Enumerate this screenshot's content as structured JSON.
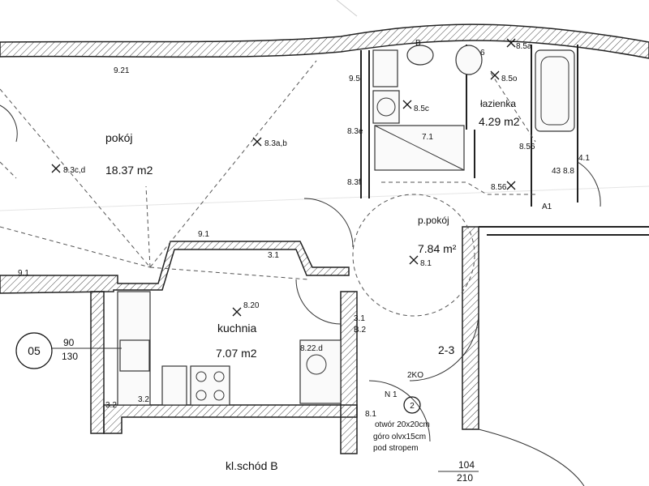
{
  "rooms": {
    "pokoj": {
      "name": "pokój",
      "area": "18.37 m2"
    },
    "lazienka": {
      "name": "łazienka",
      "area": "4.29 m2"
    },
    "ppokoj": {
      "name": "p.pokój",
      "area": "7.84 m²"
    },
    "kuchnia": {
      "name": "kuchnia",
      "area": "7.07 m2"
    }
  },
  "stair_label": "kl.schód B",
  "circle_label": "05",
  "dims": {
    "d1_top": "90",
    "d1_bot": "130",
    "d2_top": "104",
    "d2_bot": "210",
    "d3": "2-3"
  },
  "notes": {
    "otwor": "otwór 20x20cm",
    "gora": "góro olvx15cm",
    "pod": "pod stropem"
  },
  "points": {
    "p921": "9.21",
    "p83cd": "8.3c,d",
    "p83ab": "8.3a,b",
    "p91a": "9.1",
    "p91b": "9.1",
    "p31a": "3.1",
    "p820": "8.20",
    "p81": "8.1",
    "p85c": "8.5c",
    "p85o": "8.5o",
    "p71": "7.1",
    "p85a": "8.5a",
    "p856": "8.56",
    "p856b": "8.56",
    "pA1": "A1",
    "p41": "4.1",
    "p43": "43",
    "p88": "8.8",
    "p31b": "3.1",
    "pB2": "B.2",
    "p822d": "8.22.d",
    "p32a": "3.2",
    "p32b": "3.2",
    "p81b": "8.1",
    "p2": "2",
    "pB": "B",
    "p6": "6",
    "p2ko": "2KO",
    "pN1": "N 1",
    "p83e": "8.3e",
    "p83f": "8.3f",
    "p95": "9.5"
  }
}
